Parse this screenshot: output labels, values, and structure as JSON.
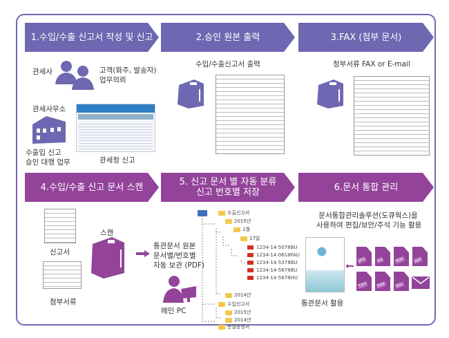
{
  "steps": {
    "s1": "1.수입/수출 신고서 작성 및 신고",
    "s2": "2.승인 원본 출력",
    "s3": "3.FAX (첨부 문서)",
    "s4": "4.수입/수출 신고 문서 스캔",
    "s5a": "5. 신고 문서 별 자동 분류",
    "s5b": "신고 번호별 저장",
    "s6": "6.문서 통합 관리"
  },
  "panel1": {
    "customs_broker": "관세사",
    "client_a": "고객(화주, 발송자)",
    "client_b": "업무의뢰",
    "office": "관세사무소",
    "proxy_a": "수출입 신고",
    "proxy_b": "승인 대행 업무",
    "customs_report": "관세청 신고"
  },
  "panel2": {
    "caption": "수입/수출신고서 출력"
  },
  "panel3": {
    "caption": "청부서류  FAX or E-mail"
  },
  "panel4": {
    "declaration": "신고서",
    "attachments": "첨부서류",
    "scan": "스캔",
    "store_a": "통관문서 원본",
    "store_b": "문서별/번호별",
    "store_c": "자동 보관 (PDF)",
    "main_pc": "메인 PC"
  },
  "panel5": {
    "tree": [
      "수출신고서",
      "2015년",
      "1월",
      "17일",
      "1234-14-5078BU",
      "1234-14-0618FAU",
      "1234-14-5378BU",
      "1234-14-5678BU",
      "1234-14-5678HU",
      "2014년",
      "수입신고서",
      "2015년",
      "2014년",
      "분할증명서"
    ]
  },
  "panel6": {
    "caption_a": "문서통합관리솔루션(도큐웍스)을",
    "caption_b": "사용하여 편집/보안/주석 기능 활용",
    "usage": "통관문서 활용",
    "files": [
      "JPG",
      "xls",
      "PDF",
      "ppt",
      "TIFF",
      "PDF",
      "doc"
    ]
  },
  "colors": {
    "top_banner": "#6e67b1",
    "bottom_banner": "#93449a"
  }
}
